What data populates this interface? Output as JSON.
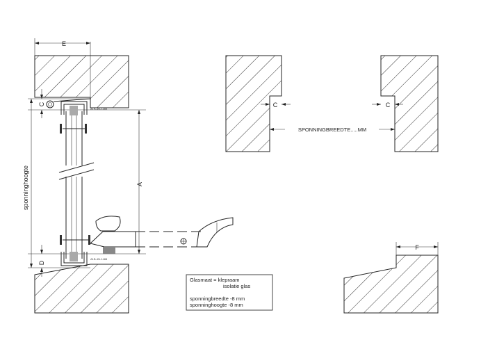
{
  "dimensions": {
    "E": "E",
    "C_left": "C",
    "D": "D",
    "A": "A",
    "sponninghoogte": "sponninghoogte",
    "C_right_a": "C",
    "C_right_b": "C",
    "sponningbreedte": "SPONNINGBREEDTE.....MM",
    "F": "F"
  },
  "part_labels": {
    "top_profile": "A1B-4N-1488",
    "bottom_profile": "A1B-4N-1488"
  },
  "note": {
    "line1": "Glasmaat = klepraam",
    "line2": "isolatie glas",
    "line3": "sponningbreedte -8 mm",
    "line4": "sponninghoogte  -8 mm"
  }
}
